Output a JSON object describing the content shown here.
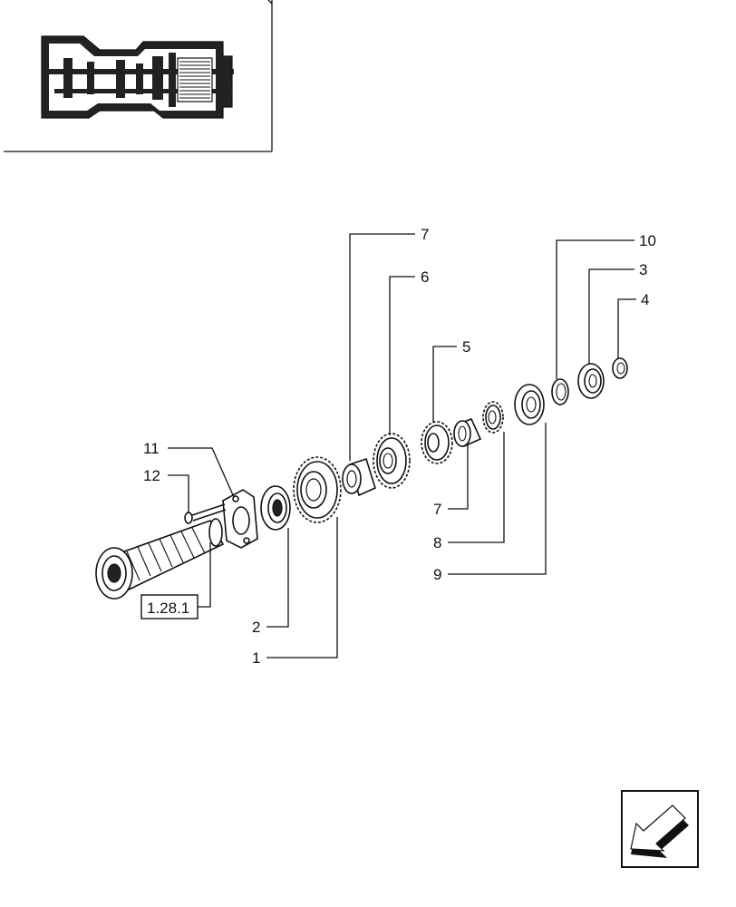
{
  "callouts": {
    "c1": "1",
    "c2": "2",
    "c3": "3",
    "c4": "4",
    "c5": "5",
    "c6": "6",
    "c7a": "7",
    "c7b": "7",
    "c8": "8",
    "c9": "9",
    "c10": "10",
    "c11": "11",
    "c12": "12"
  },
  "reference": {
    "label": "1.28.1"
  },
  "icons": {
    "thumbnail": "transmission-section-icon",
    "navigation": "arrow-back-icon"
  }
}
